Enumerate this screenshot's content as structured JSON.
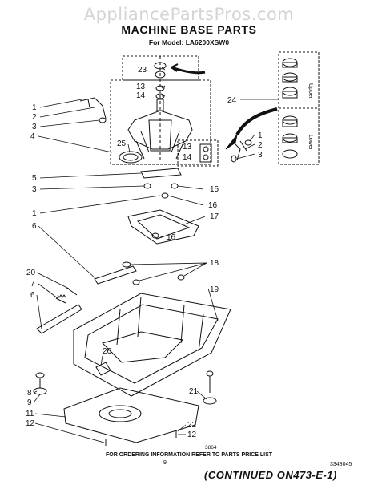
{
  "watermark": "AppliancePartsPros.com",
  "header": {
    "title": "MACHINE BASE PARTS",
    "model": "For Model: LA6200XSW0"
  },
  "inset": {
    "upper_label": "Upper",
    "lower_label": "Lower"
  },
  "callouts": {
    "c1a": "1",
    "c2a": "2",
    "c3a": "3",
    "c4": "4",
    "c23": "23",
    "c13a": "13",
    "c14a": "14",
    "c25": "25",
    "c13b": "13",
    "c14b": "14",
    "c24": "24",
    "c1b": "1",
    "c2b": "2",
    "c3b": "3",
    "c5": "5",
    "c3c": "3",
    "c15": "15",
    "c1c": "1",
    "c16a": "16",
    "c6a": "6",
    "c17": "17",
    "c16b": "16",
    "c18": "18",
    "c20": "20",
    "c7": "7",
    "c6b": "6",
    "c19": "19",
    "c26": "26",
    "c8": "8",
    "c9": "9",
    "c21": "21",
    "c11": "11",
    "c12a": "12",
    "c22": "22",
    "c12b": "12"
  },
  "footer": {
    "code": "3864",
    "ordering_info": "FOR ORDERING INFORMATION REFER TO PARTS PRICE LIST",
    "page": "9",
    "doc_number": "3348045",
    "continued": "(CONTINUED ON473-E-1)"
  }
}
